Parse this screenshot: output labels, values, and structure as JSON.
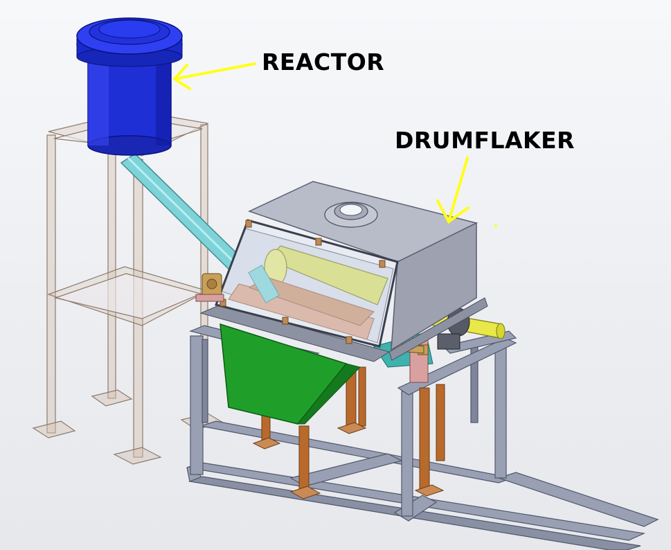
{
  "labels": {
    "reactor": "REACTOR",
    "drumflaker": "DRUMFLAKER"
  },
  "components": {
    "reactor_vessel": "blue-cylindrical-vessel",
    "reactor_stand": "transparent-steel-stand",
    "feed_pipe": "cyan-feed-pipe",
    "drum": "yellow-flaker-drum",
    "hood": "grey-hood-with-window",
    "hopper": "green-discharge-hopper",
    "base_frame": "grey-steel-base-frame",
    "drive_shaft": "yellow-drive-shaft"
  },
  "colors": {
    "annotation_arrow": "#ffff1a",
    "reactor": "#1f2fd6",
    "feed_pipe": "#7ed3d8",
    "drum": "#d8dc64",
    "hood": "#a9acba",
    "hopper": "#1f9f2a",
    "frame": "#9aa0b4",
    "legs": "#b86a2c",
    "stand": "#d9cfc6"
  }
}
